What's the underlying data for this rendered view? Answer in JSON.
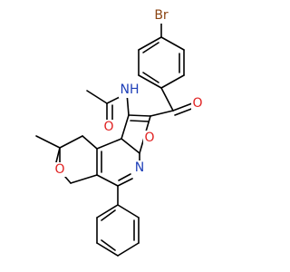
{
  "molecule": {
    "atom_labels": {
      "br": {
        "text": "Br",
        "color": "#8B4513"
      },
      "nh": {
        "text": "NH",
        "color": "#1E3FB8"
      },
      "o_amide": {
        "text": "O",
        "color": "#E02020"
      },
      "o_ketone": {
        "text": "O",
        "color": "#E02020"
      },
      "o_furan": {
        "text": "O",
        "color": "#E02020"
      },
      "n_pyridine": {
        "text": "N",
        "color": "#1E3FB8"
      },
      "o_pyran": {
        "text": "O",
        "color": "#E02020"
      }
    },
    "bond_color": "#000000"
  }
}
